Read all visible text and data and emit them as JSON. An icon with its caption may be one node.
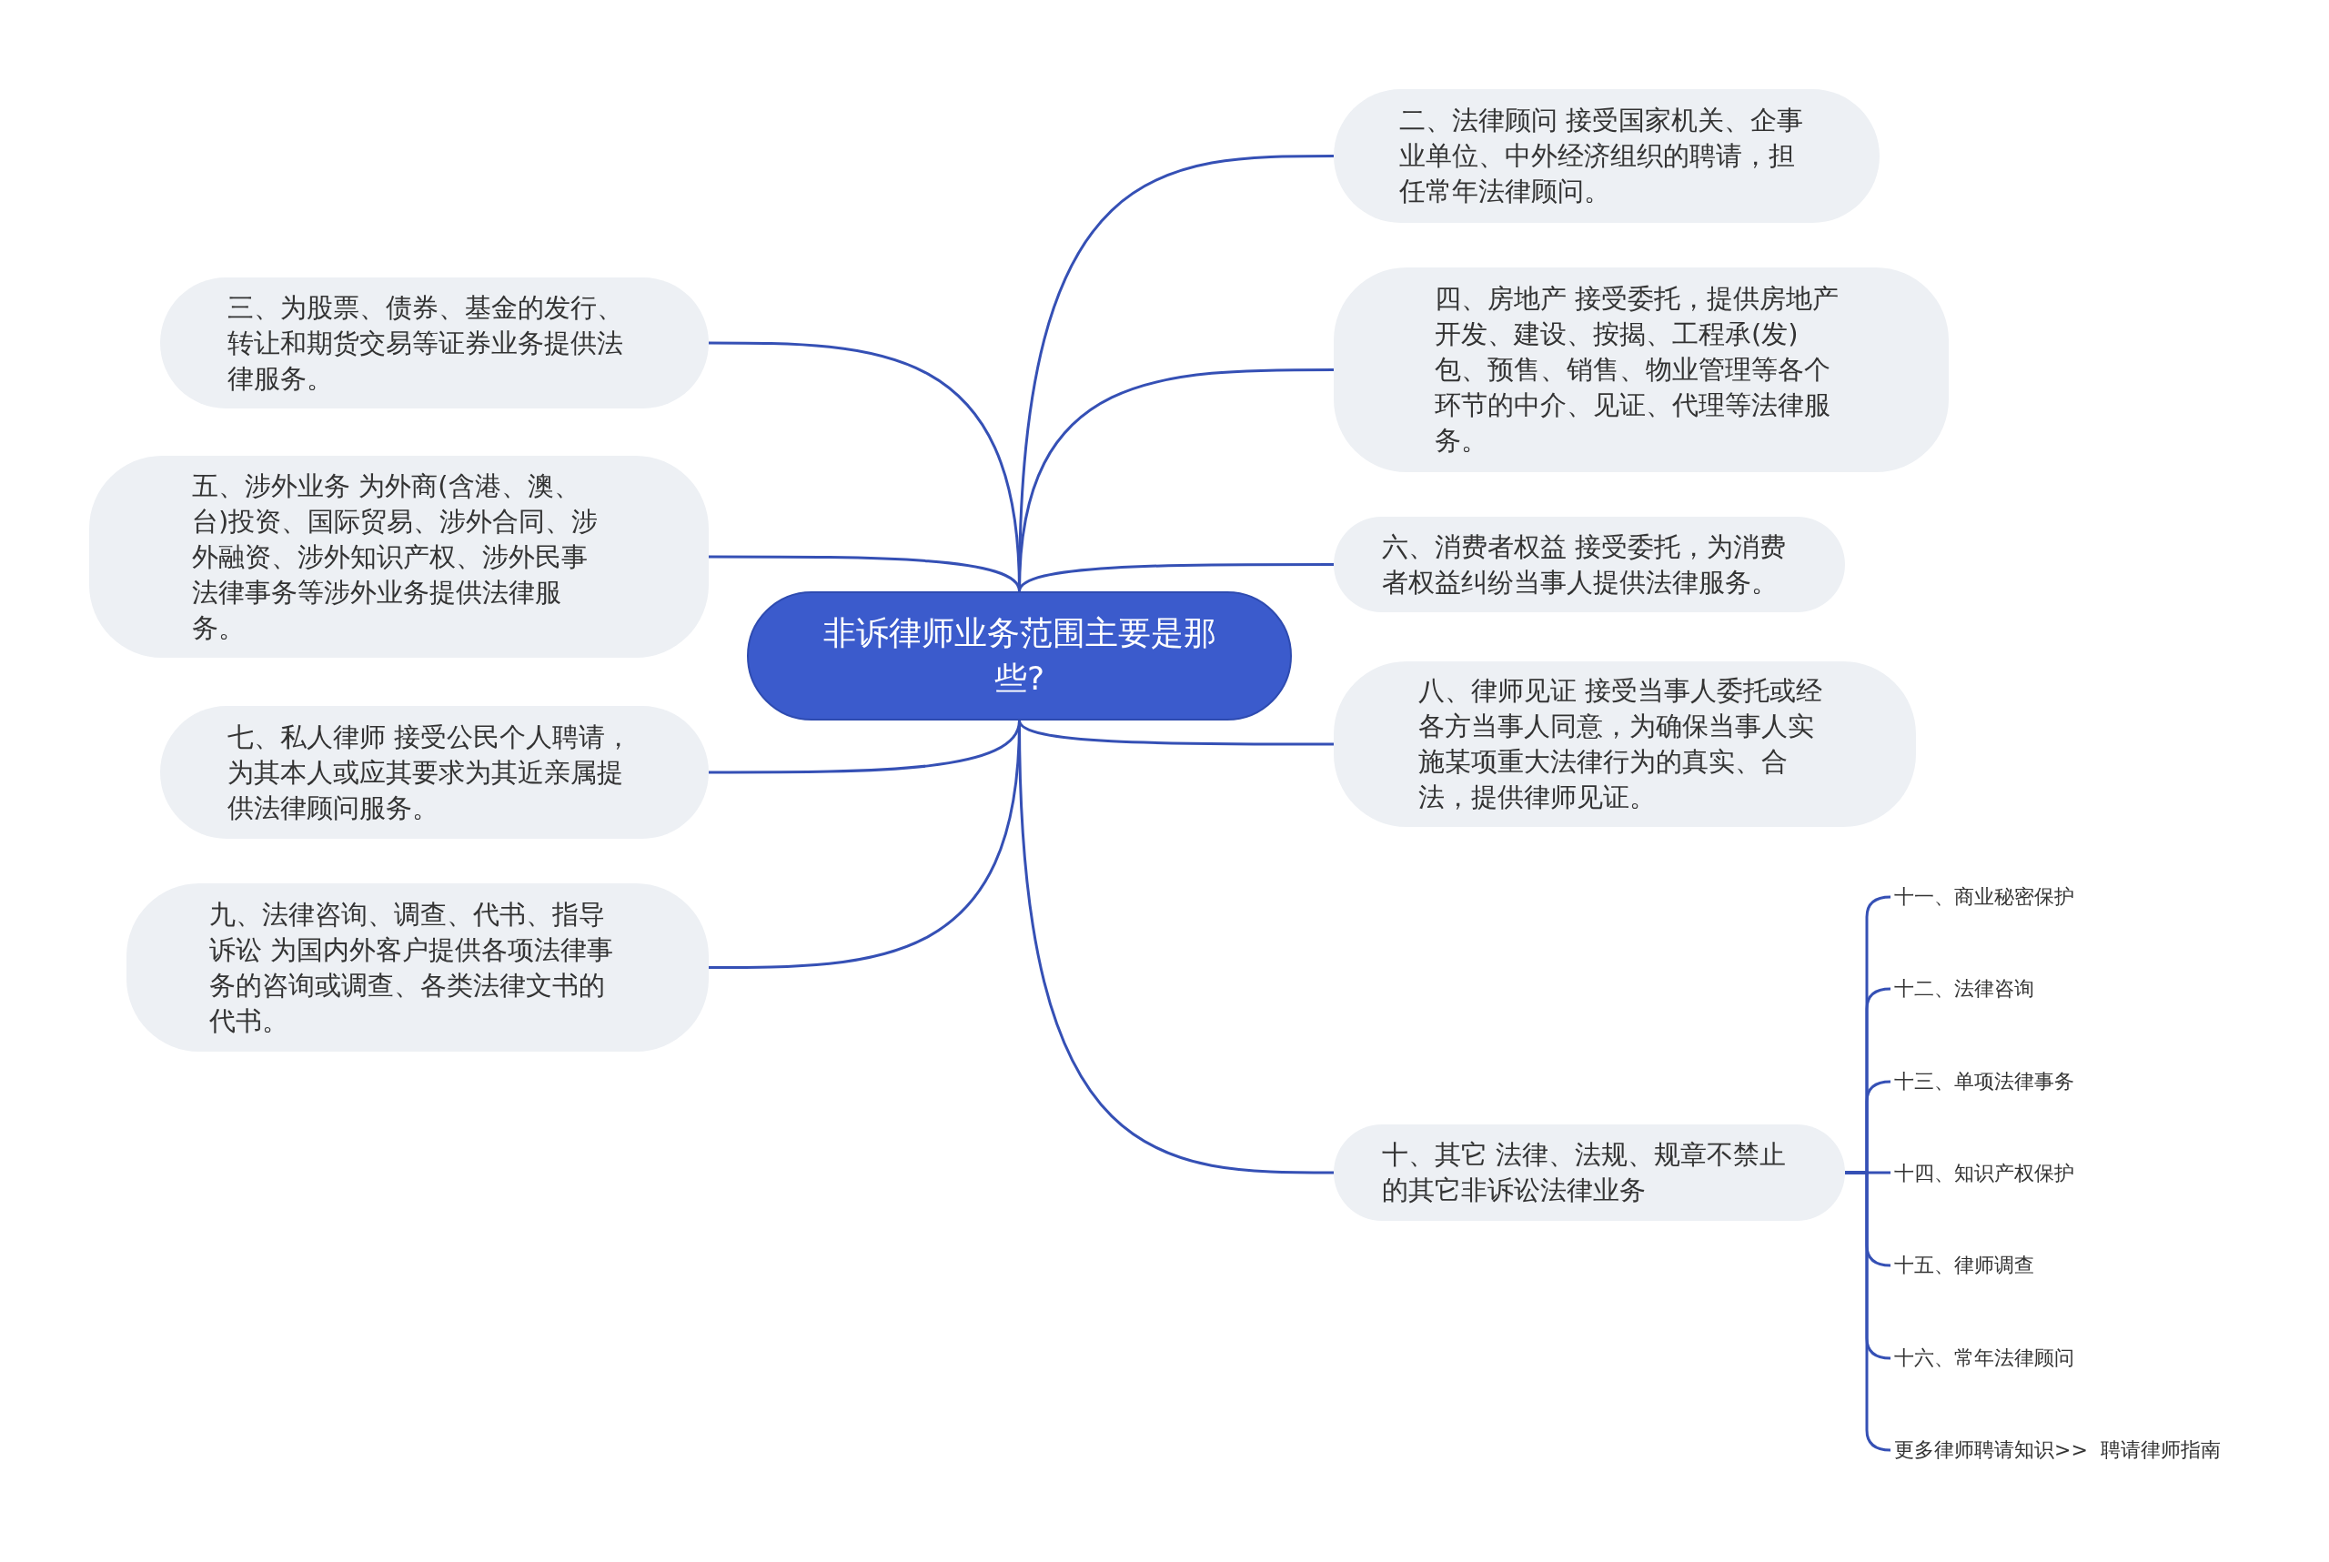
{
  "diagram": {
    "nodes": [
      {
        "text": [
          "非诉律师业务范围主要是那些?"
        ]
      },
      {
        "text": [
          "二、法律顾问 接受国家机关、企事业单位、中外经济组织的聘请，担任常年法律顾问。"
        ]
      },
      {
        "text": [
          "三、为股票、债券、基金的发行、转让和期货交易等证券业务提供法律服务。"
        ]
      },
      {
        "text": [
          "四、房地产 接受委托，提供房地产开发、建设、按揭、工程承(发)包、预售、销售、物业管理等各个环节的中介、见证、代理等法律服务。"
        ]
      },
      {
        "text": [
          "五、涉外业务 为外商(含港、澳、台)投资、国际贸易、涉外合同、涉外融资、涉外知识产权、涉外民事法律事务等涉外业务提供法律服务。"
        ]
      },
      {
        "text": [
          "六、消费者权益 接受委托，为消费者权益纠纷当事人提供法律服务。"
        ]
      },
      {
        "text": [
          "七、私人律师 接受公民个人聘请，为其本人或应其要求为其近亲属提供法律顾问服务。"
        ]
      },
      {
        "text": [
          "八、律师见证 接受当事人委托或经各方当事人同意，为确保当事人实施某项重大法律行为的真实、合法，提供律师见证。"
        ]
      },
      {
        "text": [
          "九、法律咨询、调查、代书、指导诉讼 为国内外客户提供各项法律事务的咨询或调查、各类法律文书的代书。"
        ]
      },
      {
        "text": [
          "十、其它 法律、法规、规章不禁止的其它非诉讼法律业务"
        ]
      },
      {
        "text": [
          "十一、商业秘密保护"
        ]
      },
      {
        "text": [
          "十二、法律咨询"
        ]
      },
      {
        "text": [
          "十三、单项法律事务"
        ]
      },
      {
        "text": [
          "十四、知识产权保护"
        ]
      },
      {
        "text": [
          "十五、律师调查"
        ]
      },
      {
        "text": [
          "十六、常年法律顾问"
        ]
      },
      {
        "text": [
          "更多律师聘请知识>>  聘请律师指南"
        ]
      }
    ],
    "edges": [
      {
        "from": 0,
        "to": 1,
        "arrow": "none"
      },
      {
        "from": 0,
        "to": 2,
        "arrow": "none"
      },
      {
        "from": 0,
        "to": 3,
        "arrow": "none"
      },
      {
        "from": 0,
        "to": 4,
        "arrow": "none"
      },
      {
        "from": 0,
        "to": 5,
        "arrow": "none"
      },
      {
        "from": 0,
        "to": 6,
        "arrow": "none"
      },
      {
        "from": 0,
        "to": 7,
        "arrow": "none"
      },
      {
        "from": 0,
        "to": 8,
        "arrow": "none"
      },
      {
        "from": 0,
        "to": 9,
        "arrow": "none"
      },
      {
        "from": 9,
        "to": 10,
        "arrow": "none"
      },
      {
        "from": 9,
        "to": 11,
        "arrow": "none"
      },
      {
        "from": 9,
        "to": 12,
        "arrow": "none"
      },
      {
        "from": 9,
        "to": 13,
        "arrow": "none"
      },
      {
        "from": 9,
        "to": 14,
        "arrow": "none"
      },
      {
        "from": 9,
        "to": 15,
        "arrow": "none"
      },
      {
        "from": 9,
        "to": 16,
        "arrow": "none"
      }
    ]
  }
}
